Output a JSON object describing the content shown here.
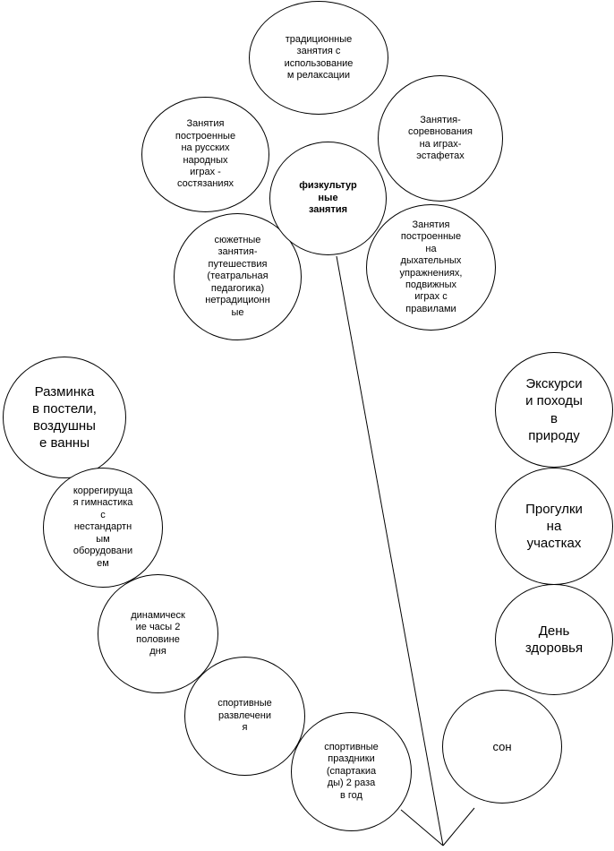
{
  "colors": {
    "line": "#000000",
    "fill": "#ffffff",
    "text": "#000000"
  },
  "nodes": {
    "center": "физкультур\nные\nзанятия",
    "traditional": "традиционные\nзанятия с\nиспользование\nм релаксации",
    "competition": "Занятия-\nсоревнования\nна играх-\nэстафетах",
    "folk": "Занятия\nпостроенные\nна русских\nнародных\nиграх -\nсостязаниях",
    "breathing": "Занятия\nпостроенные\nна\nдыхательных\nупражнениях,\nподвижных\nиграх с\nправилами",
    "story": "сюжетные\nзанятия-\nпутешествия\n(театральная\nпедагогика)\nнетрадиционн\nые",
    "warmup": "Разминка\nв постели,\nвоздушны\nе ванны",
    "corrective": "коррегируща\nя гимнастика\nс\nнестандартн\nым\nоборудовани\nем",
    "dynamic": "динамическ\nие часы 2\nполовине\nдня",
    "entertainment": "спортивные\nразвлечени\nя",
    "holidays": "спортивные\nпраздники\n(спартакиа\nды) 2 раза\nв год",
    "excursions": "Экскурси\nи походы\nв\nприроду",
    "walks": "Прогулки\nна\nучастках",
    "health_day": "День\nздоровья",
    "sleep": "сон"
  }
}
